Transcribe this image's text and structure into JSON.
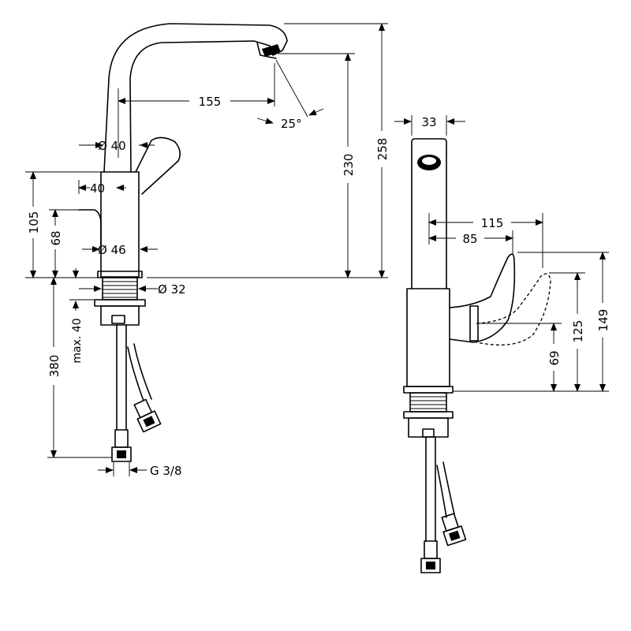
{
  "dimensions": {
    "spout_reach": "155",
    "spray_angle": "25°",
    "spout_height": "230",
    "total_height": "258",
    "diameter_body": "Ø 40",
    "body_width": "40",
    "height_105": "105",
    "height_68": "68",
    "diameter_base": "Ø 46",
    "diameter_thread": "Ø 32",
    "max_thickness": "max. 40",
    "hose_length": "380",
    "connection_thread": "G 3/8",
    "depth_33": "33",
    "lever_115": "115",
    "lever_85": "85",
    "height_149": "149",
    "height_125": "125",
    "height_69": "69"
  }
}
